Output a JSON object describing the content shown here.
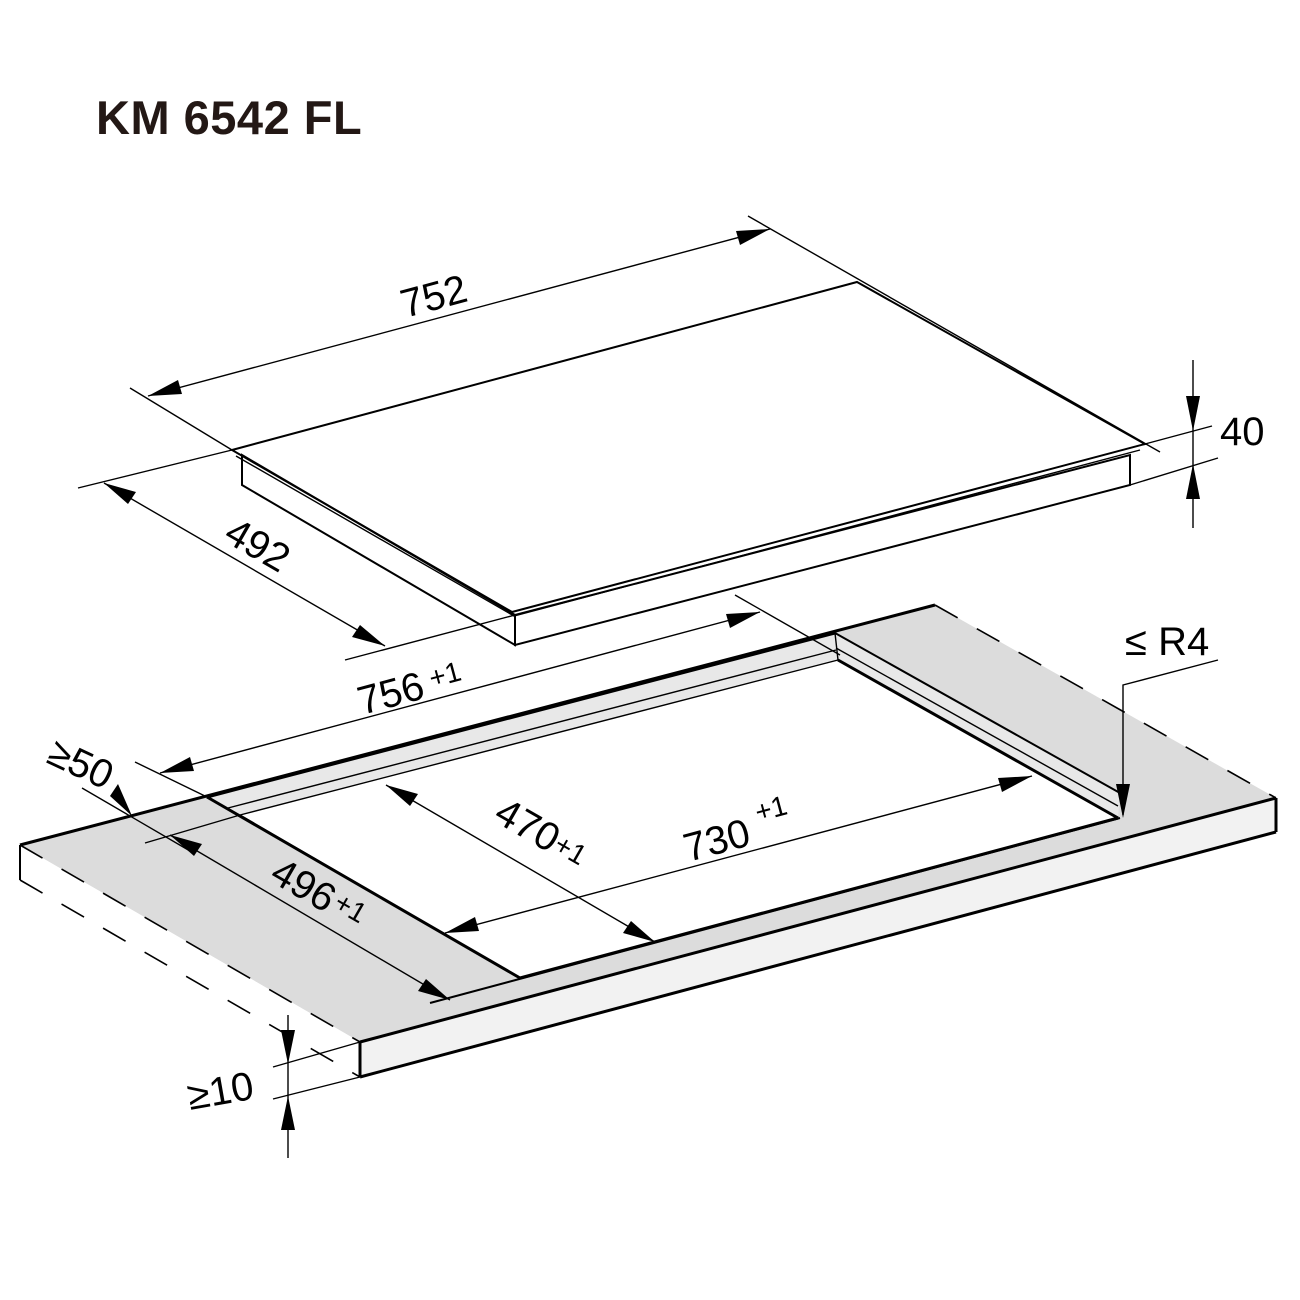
{
  "title": "KM 6542 FL",
  "colors": {
    "surface_top": "#dcdcdc",
    "surface_side": "#f2f2f2",
    "line": "#000000",
    "title_text": "#231815"
  },
  "cooktop": {
    "width": {
      "value": "752"
    },
    "depth": {
      "value": "492"
    },
    "height": {
      "value": "40"
    }
  },
  "cutout": {
    "outer_width": {
      "value": "756",
      "tolerance": "+1"
    },
    "outer_depth": {
      "value": "496",
      "tolerance": "+1"
    },
    "inner_width": {
      "value": "730",
      "tolerance": "+1"
    },
    "inner_depth": {
      "value": "470",
      "tolerance": "+1"
    },
    "corner_radius": {
      "value": "≤ R4"
    },
    "front_distance": {
      "value": "≥50"
    },
    "worktop_thickness": {
      "value": "≥10"
    }
  }
}
